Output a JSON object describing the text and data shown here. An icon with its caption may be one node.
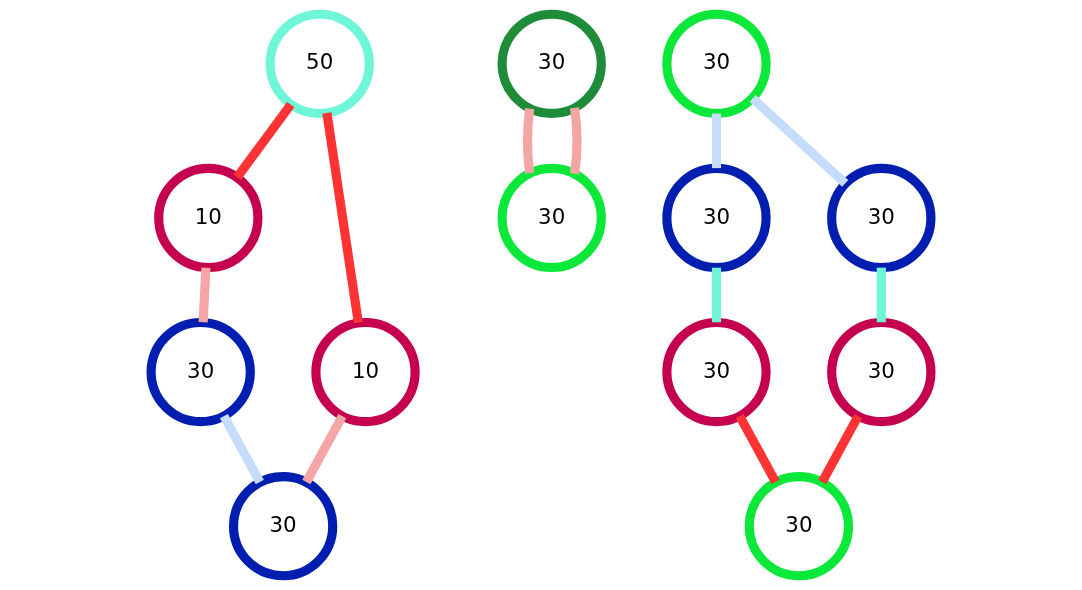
{
  "diagram": {
    "nodes": [
      {
        "text": [
          "50"
        ]
      },
      {
        "text": [
          "30"
        ]
      },
      {
        "text": [
          "30"
        ]
      },
      {
        "text": [
          "10"
        ]
      },
      {
        "text": [
          "10"
        ]
      },
      {
        "text": [
          "30"
        ]
      },
      {
        "text": [
          "30"
        ]
      },
      {
        "text": [
          "30"
        ]
      },
      {
        "text": [
          "30"
        ]
      },
      {
        "text": [
          "30"
        ]
      },
      {
        "text": [
          "30"
        ]
      },
      {
        "text": [
          "30"
        ]
      },
      {
        "text": [
          "30"
        ]
      }
    ],
    "edges": [
      {
        "from": 0,
        "to": 3,
        "arrow": "none",
        "color": "#ff3333"
      },
      {
        "from": 0,
        "to": 4,
        "arrow": "none",
        "color": "#ff3333"
      },
      {
        "from": 1,
        "to": 2,
        "arrow": "none",
        "color": "#f4a6a6"
      },
      {
        "from": 1,
        "to": 2,
        "arrow": "none",
        "color": "#f4a6a6"
      },
      {
        "from": 3,
        "to": 5,
        "arrow": "none",
        "color": "#f4a6a6"
      },
      {
        "from": 4,
        "to": 6,
        "arrow": "none",
        "color": "#f4a6a6"
      },
      {
        "from": 5,
        "to": 6,
        "arrow": "none",
        "color": "#c5dcfa"
      },
      {
        "from": 7,
        "to": 8,
        "arrow": "none",
        "color": "#c5dcfa"
      },
      {
        "from": 7,
        "to": 9,
        "arrow": "none",
        "color": "#c5dcfa"
      },
      {
        "from": 8,
        "to": 10,
        "arrow": "none",
        "color": "#6ff5d8"
      },
      {
        "from": 9,
        "to": 11,
        "arrow": "none",
        "color": "#6ff5d8"
      },
      {
        "from": 10,
        "to": 12,
        "arrow": "none",
        "color": "#ff3333"
      },
      {
        "from": 11,
        "to": 12,
        "arrow": "none",
        "color": "#ff3333"
      }
    ]
  }
}
